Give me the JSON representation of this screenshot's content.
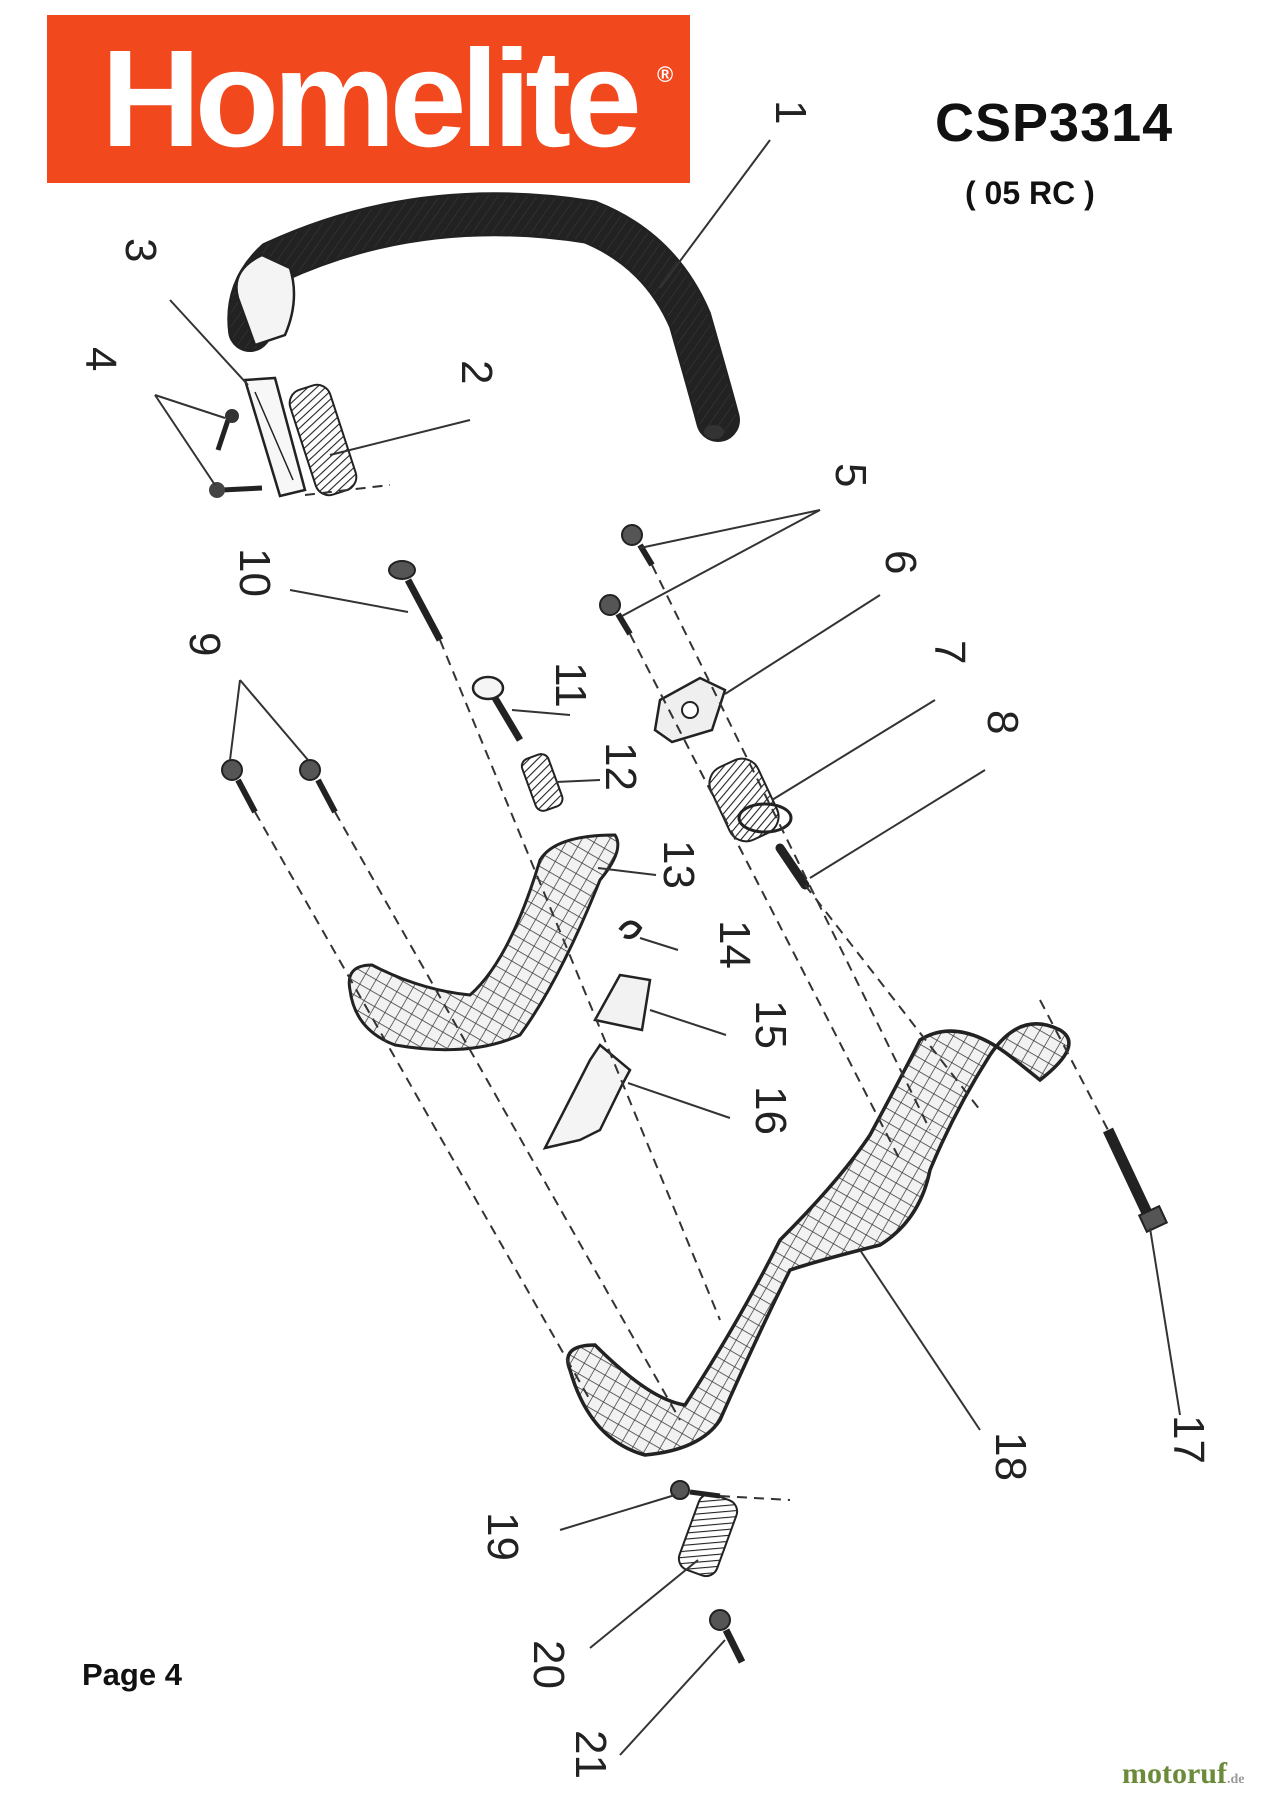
{
  "brand": {
    "logo_text": "Homelite",
    "registered_mark": "®",
    "logo_color": "#f1481e"
  },
  "model": "CSP3314",
  "variant": "( 05 RC )",
  "page_label": "Page 4",
  "watermark": {
    "name": "motoruf",
    "tld": ".de"
  },
  "callouts": [
    "1",
    "2",
    "3",
    "4",
    "5",
    "6",
    "7",
    "8",
    "9",
    "10",
    "11",
    "12",
    "13",
    "14",
    "15",
    "16",
    "17",
    "18",
    "19",
    "20",
    "21"
  ]
}
